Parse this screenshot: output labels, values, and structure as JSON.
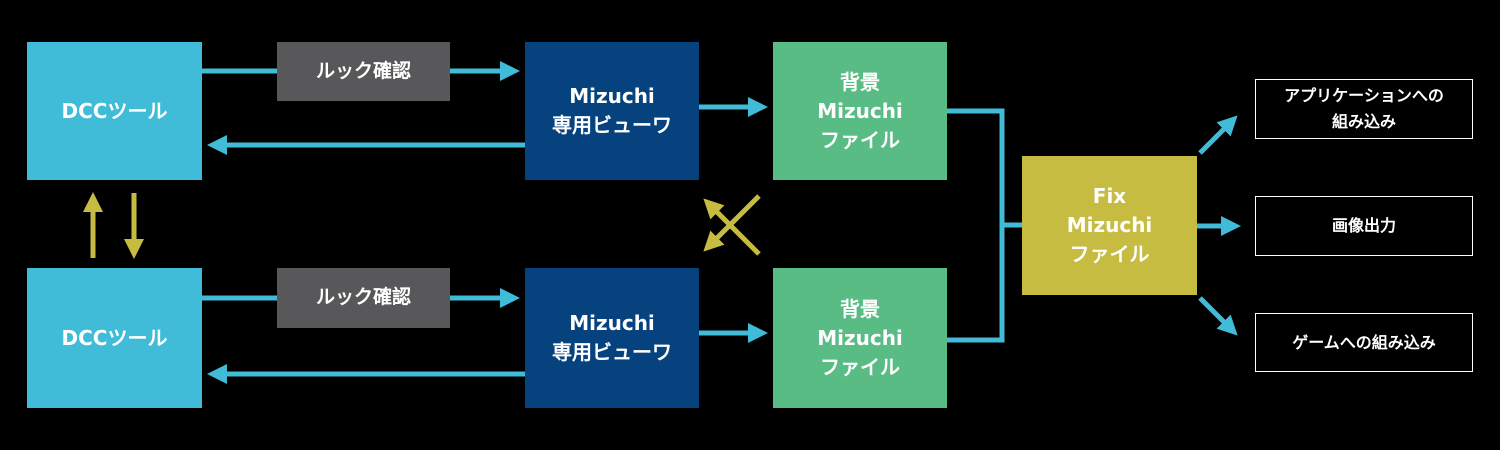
{
  "colors": {
    "dcc": "#41bcd8",
    "look": "#58585a",
    "viewer": "#06437e",
    "bg_file": "#58bc84",
    "fix_file": "#c6bc42",
    "arrow_cyan": "#41bcd8",
    "arrow_olive": "#c6bc42"
  },
  "row_top": {
    "dcc": "DCCツール",
    "look_check": "ルック確認",
    "viewer": [
      "Mizuchi",
      "専用ビューワ"
    ],
    "bg_file": [
      "背景",
      "Mizuchi",
      "ファイル"
    ]
  },
  "row_bottom": {
    "dcc": "DCCツール",
    "look_check": "ルック確認",
    "viewer": [
      "Mizuchi",
      "専用ビューワ"
    ],
    "bg_file": [
      "背景",
      "Mizuchi",
      "ファイル"
    ]
  },
  "fix_file": [
    "Fix",
    "Mizuchi",
    "ファイル"
  ],
  "outputs": {
    "app": [
      "アプリケーションへの",
      "組み込み"
    ],
    "image": "画像出力",
    "game": "ゲームへの組み込み"
  }
}
